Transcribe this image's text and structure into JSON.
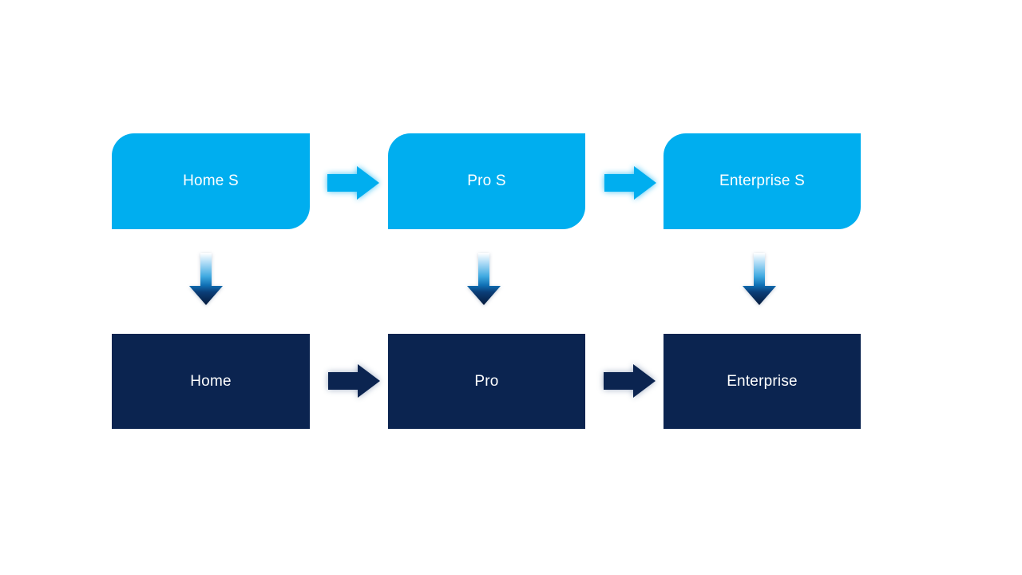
{
  "diagram": {
    "background_color": "#FFFFFF",
    "text_color": "#FFFFFF",
    "top_row": {
      "fill_color": "#00AEEF",
      "shape": "rounded-diagonal-corner-rectangle",
      "nodes": [
        {
          "label": "Home S"
        },
        {
          "label": "Pro S"
        },
        {
          "label": "Enterprise S"
        }
      ]
    },
    "bottom_row": {
      "fill_color": "#0B2450",
      "shape": "rectangle",
      "nodes": [
        {
          "label": "Home"
        },
        {
          "label": "Pro"
        },
        {
          "label": "Enterprise"
        }
      ]
    },
    "connectors": {
      "horizontal_arrow_color_top": "#00AEEF",
      "horizontal_arrow_color_bottom": "#0B2450",
      "vertical_arrow_gradient": [
        "#FFFFFF",
        "#A8D9F5",
        "#3FA9E0",
        "#0F6FB4",
        "#0B3E78",
        "#061B3C"
      ]
    }
  }
}
